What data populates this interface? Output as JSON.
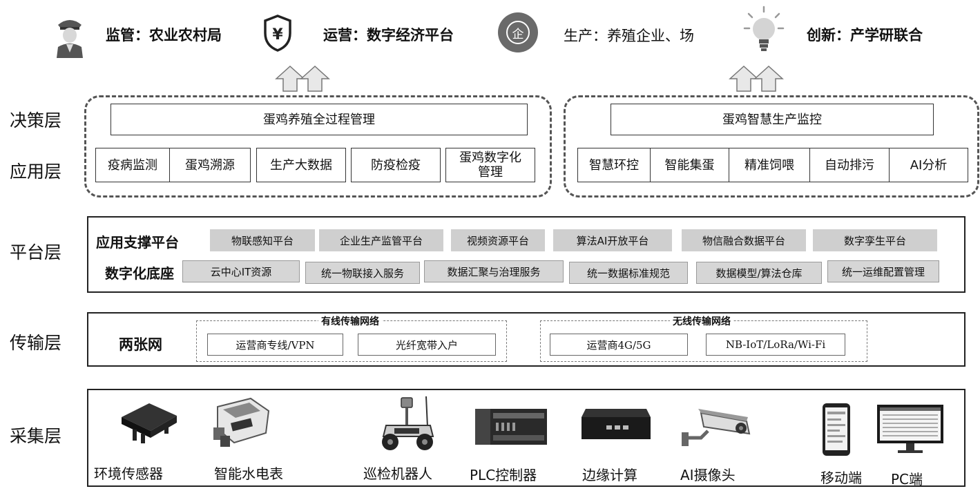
{
  "stakeholders": [
    {
      "icon": "police-officer-icon",
      "label": "监管：农业农村局"
    },
    {
      "icon": "yuan-shield-icon",
      "label": "运营：数字经济平台"
    },
    {
      "icon": "enterprise-circle-icon",
      "label": "生产：养殖企业、场",
      "icon_text": "企"
    },
    {
      "icon": "lightbulb-icon",
      "label": "创新：产学研联合"
    }
  ],
  "layers": {
    "decision": "决策层",
    "application": "应用层",
    "platform": "平台层",
    "transport": "传输层",
    "collection": "采集层"
  },
  "decision_left": {
    "title": "蛋鸡养殖全过程管理",
    "apps": [
      "疫病监测",
      "蛋鸡溯源",
      "生产大数据",
      "防疫检疫",
      "蛋鸡数字化管理"
    ]
  },
  "decision_right": {
    "title": "蛋鸡智慧生产监控",
    "apps": [
      "智慧环控",
      "智能集蛋",
      "精准饲喂",
      "自动排污",
      "AI分析"
    ]
  },
  "platform": {
    "support_label": "应用支撑平台",
    "support_items": [
      "物联感知平台",
      "企业生产监管平台",
      "视频资源平台",
      "算法AI开放平台",
      "物信融合数据平台",
      "数字孪生平台"
    ],
    "base_label": "数字化底座",
    "base_items": [
      "云中心IT资源",
      "统一物联接入服务",
      "数据汇聚与治理服务",
      "统一数据标准规范",
      "数据模型/算法仓库",
      "统一运维配置管理"
    ]
  },
  "transport": {
    "label": "两张网",
    "wired_title": "有线传输网络",
    "wired_items": [
      "运营商专线/VPN",
      "光纤宽带入户"
    ],
    "wireless_title": "无线传输网络",
    "wireless_items": [
      "运营商4G/5G",
      "NB-IoT/LoRa/Wi-Fi"
    ]
  },
  "devices": [
    {
      "icon": "environment-sensor-icon",
      "label": "环境传感器"
    },
    {
      "icon": "smart-meter-icon",
      "label": "智能水电表"
    },
    {
      "icon": "patrol-robot-icon",
      "label": "巡检机器人"
    },
    {
      "icon": "plc-controller-icon",
      "label": "PLC控制器"
    },
    {
      "icon": "edge-computing-icon",
      "label": "边缘计算"
    },
    {
      "icon": "ai-camera-icon",
      "label": "AI摄像头"
    },
    {
      "icon": "mobile-phone-icon",
      "label": "移动端"
    },
    {
      "icon": "pc-monitor-icon",
      "label": "PC端"
    }
  ]
}
